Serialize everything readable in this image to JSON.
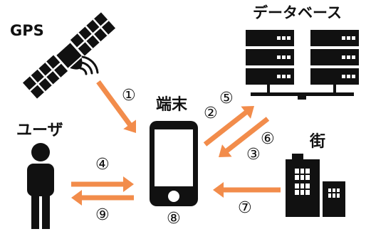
{
  "labels": {
    "gps": "GPS",
    "database": "データベース",
    "terminal": "端末",
    "user": "ユーザ",
    "city": "街"
  },
  "steps": {
    "s1": "①",
    "s2": "②",
    "s3": "③",
    "s4": "④",
    "s5": "⑤",
    "s6": "⑥",
    "s7": "⑦",
    "s8": "⑧",
    "s9": "⑨"
  },
  "colors": {
    "arrow": "#F28C4B",
    "ink": "#111111"
  }
}
